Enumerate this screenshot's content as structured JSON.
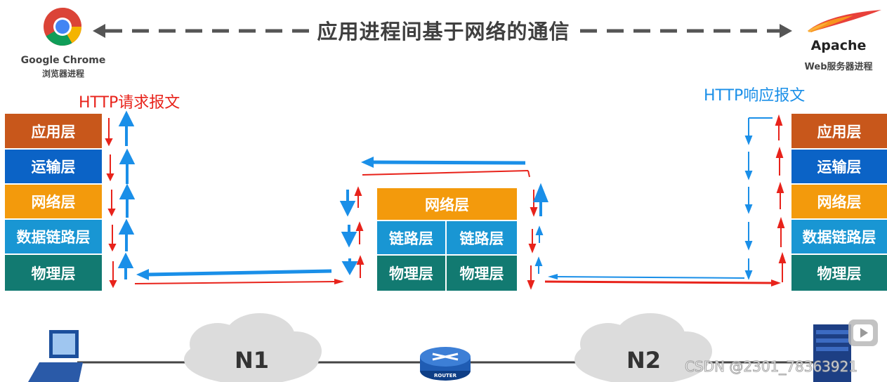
{
  "title": "应用进程间基于网络的通信",
  "left_app": {
    "name": "Google Chrome",
    "sub": "浏览器进程"
  },
  "right_app": {
    "name": "Apache",
    "sub": "Web服务器进程"
  },
  "request_label": "HTTP请求报文",
  "response_label": "HTTP响应报文",
  "left_stack": [
    "应用层",
    "运输层",
    "网络层",
    "数据链路层",
    "物理层"
  ],
  "right_stack": [
    "应用层",
    "运输层",
    "网络层",
    "数据链路层",
    "物理层"
  ],
  "router_stack": {
    "network": "网络层",
    "link_left": "链路层",
    "link_right": "链路层",
    "phy_left": "物理层",
    "phy_right": "物理层"
  },
  "networks": [
    "N1",
    "N2"
  ],
  "router_label": "ROUTER",
  "watermark": "CSDN @2301_78363921",
  "colors": {
    "request": "#e8231b",
    "response": "#1a8fe8",
    "application": "#c8571b",
    "transport": "#0b63c6",
    "network": "#f39a0c",
    "datalink": "#1996d3",
    "physical": "#127a71"
  }
}
